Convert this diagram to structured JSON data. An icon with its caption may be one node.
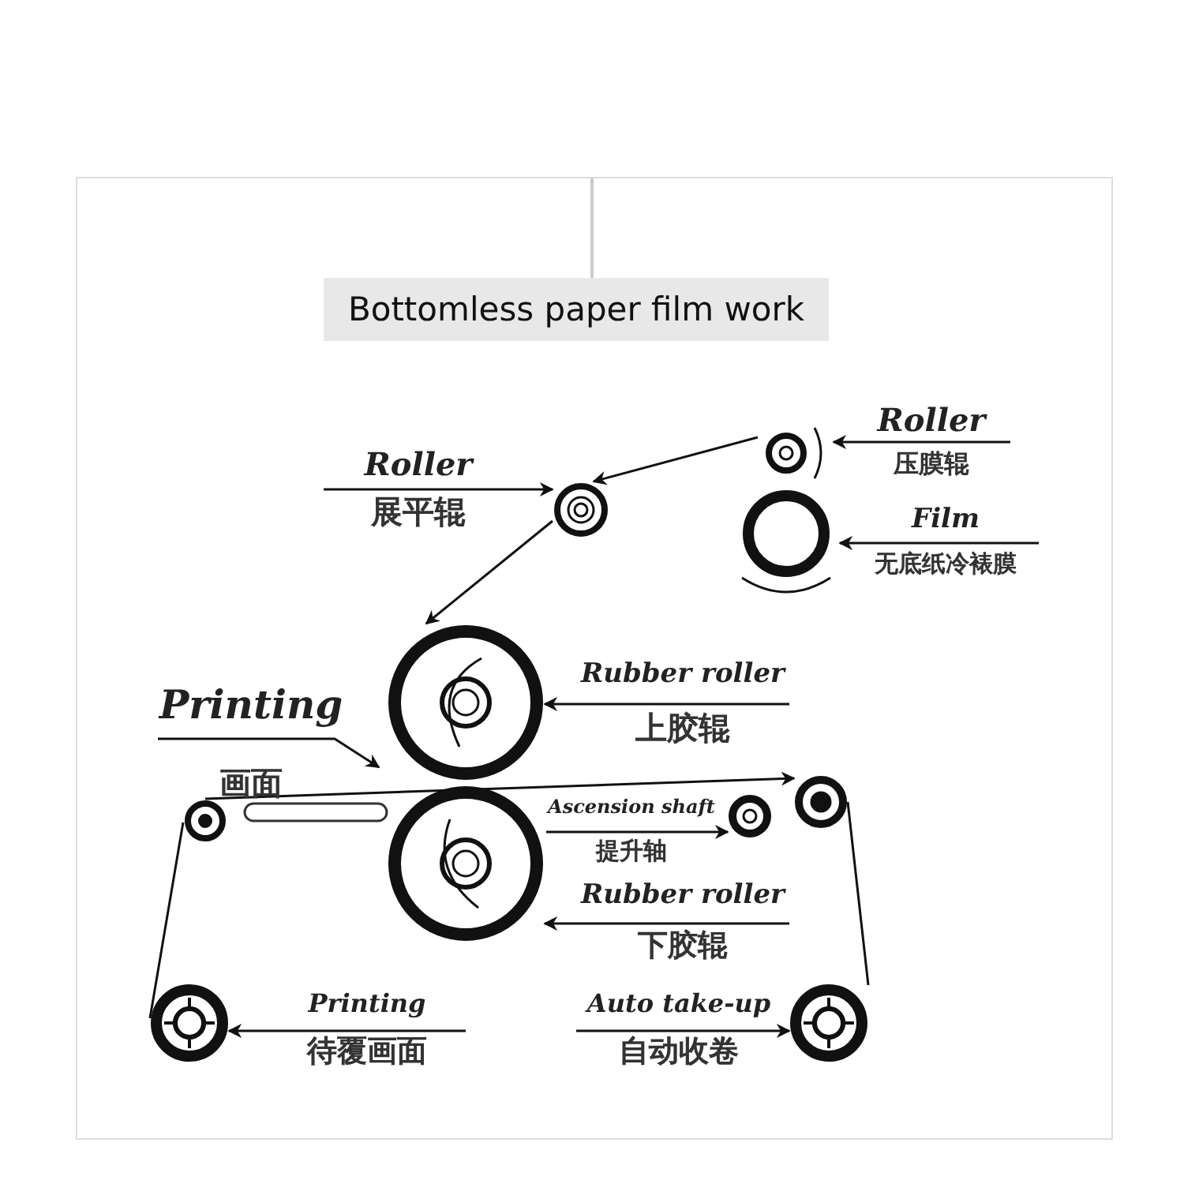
{
  "diagram": {
    "title": "Bottomless paper film work",
    "nodes": [
      {
        "text": [
          "Roller",
          "压膜辊"
        ]
      },
      {
        "text": [],
        "shape": "circle"
      },
      {
        "text": [
          "Roller",
          "展平辊"
        ]
      },
      {
        "text": [],
        "shape": "circle"
      },
      {
        "text": [
          "Film",
          "无底纸冷裱膜"
        ]
      },
      {
        "text": [],
        "shape": "circle"
      },
      {
        "text": [
          "Rubber roller",
          "上胶辊"
        ]
      },
      {
        "text": [],
        "shape": "circle"
      },
      {
        "text": [
          "Printing",
          "画面"
        ]
      },
      {
        "text": [],
        "shape": "circle"
      },
      {
        "text": [
          "Ascension shaft",
          "提升轴"
        ]
      },
      {
        "text": [],
        "shape": "circle"
      },
      {
        "text": [],
        "shape": "circle"
      },
      {
        "text": [],
        "shape": "circle"
      },
      {
        "text": [
          "Rubber roller",
          "下胶辊"
        ]
      },
      {
        "text": [],
        "shape": "circle"
      },
      {
        "text": [
          "Printing",
          "待覆画面"
        ]
      },
      {
        "text": [
          "Auto take-up",
          "自动收卷"
        ]
      },
      {
        "text": [],
        "shape": "circle"
      }
    ],
    "edges": [
      {
        "from": 0,
        "to": 1,
        "arrow": "to"
      },
      {
        "from": 2,
        "to": 3,
        "arrow": "to"
      },
      {
        "from": 4,
        "to": 5,
        "arrow": "to"
      },
      {
        "from": 6,
        "to": 7,
        "arrow": "to"
      },
      {
        "from": 8,
        "to": null,
        "arrow": "to"
      },
      {
        "from": 10,
        "to": 11,
        "arrow": "to"
      },
      {
        "from": 14,
        "to": 13,
        "arrow": "to"
      },
      {
        "from": 16,
        "to": 15,
        "arrow": "to"
      },
      {
        "from": 17,
        "to": 18,
        "arrow": "to"
      },
      {
        "from": 1,
        "to": 3,
        "arrow": "to"
      },
      {
        "from": 3,
        "to": 7,
        "arrow": "to"
      },
      {
        "from": 15,
        "to": 9,
        "arrow": "none"
      },
      {
        "from": 9,
        "to": 12,
        "arrow": "to"
      },
      {
        "from": 12,
        "to": 18,
        "arrow": "none"
      }
    ]
  }
}
